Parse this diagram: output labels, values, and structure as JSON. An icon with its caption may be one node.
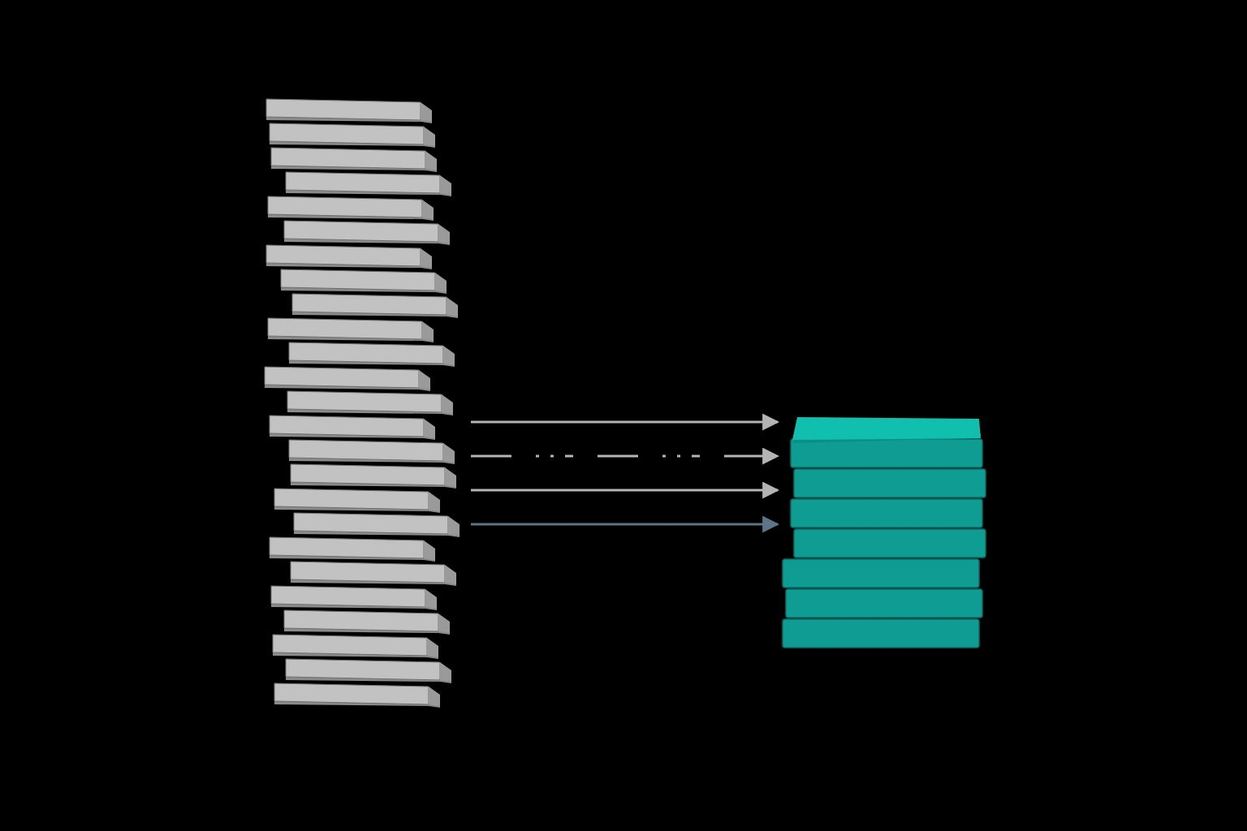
{
  "diagram": {
    "nodes": [
      {
        "text": [],
        "shape": "stack"
      },
      {
        "text": [],
        "shape": "stack"
      }
    ],
    "edges": [
      {
        "from": 0,
        "to": 1,
        "arrow": "to"
      },
      {
        "from": 0,
        "to": 1,
        "arrow": "to",
        "style": "dashed"
      },
      {
        "from": 0,
        "to": 1,
        "arrow": "to"
      },
      {
        "from": 0,
        "to": 1,
        "arrow": "to",
        "color": "#5d7585"
      }
    ]
  }
}
